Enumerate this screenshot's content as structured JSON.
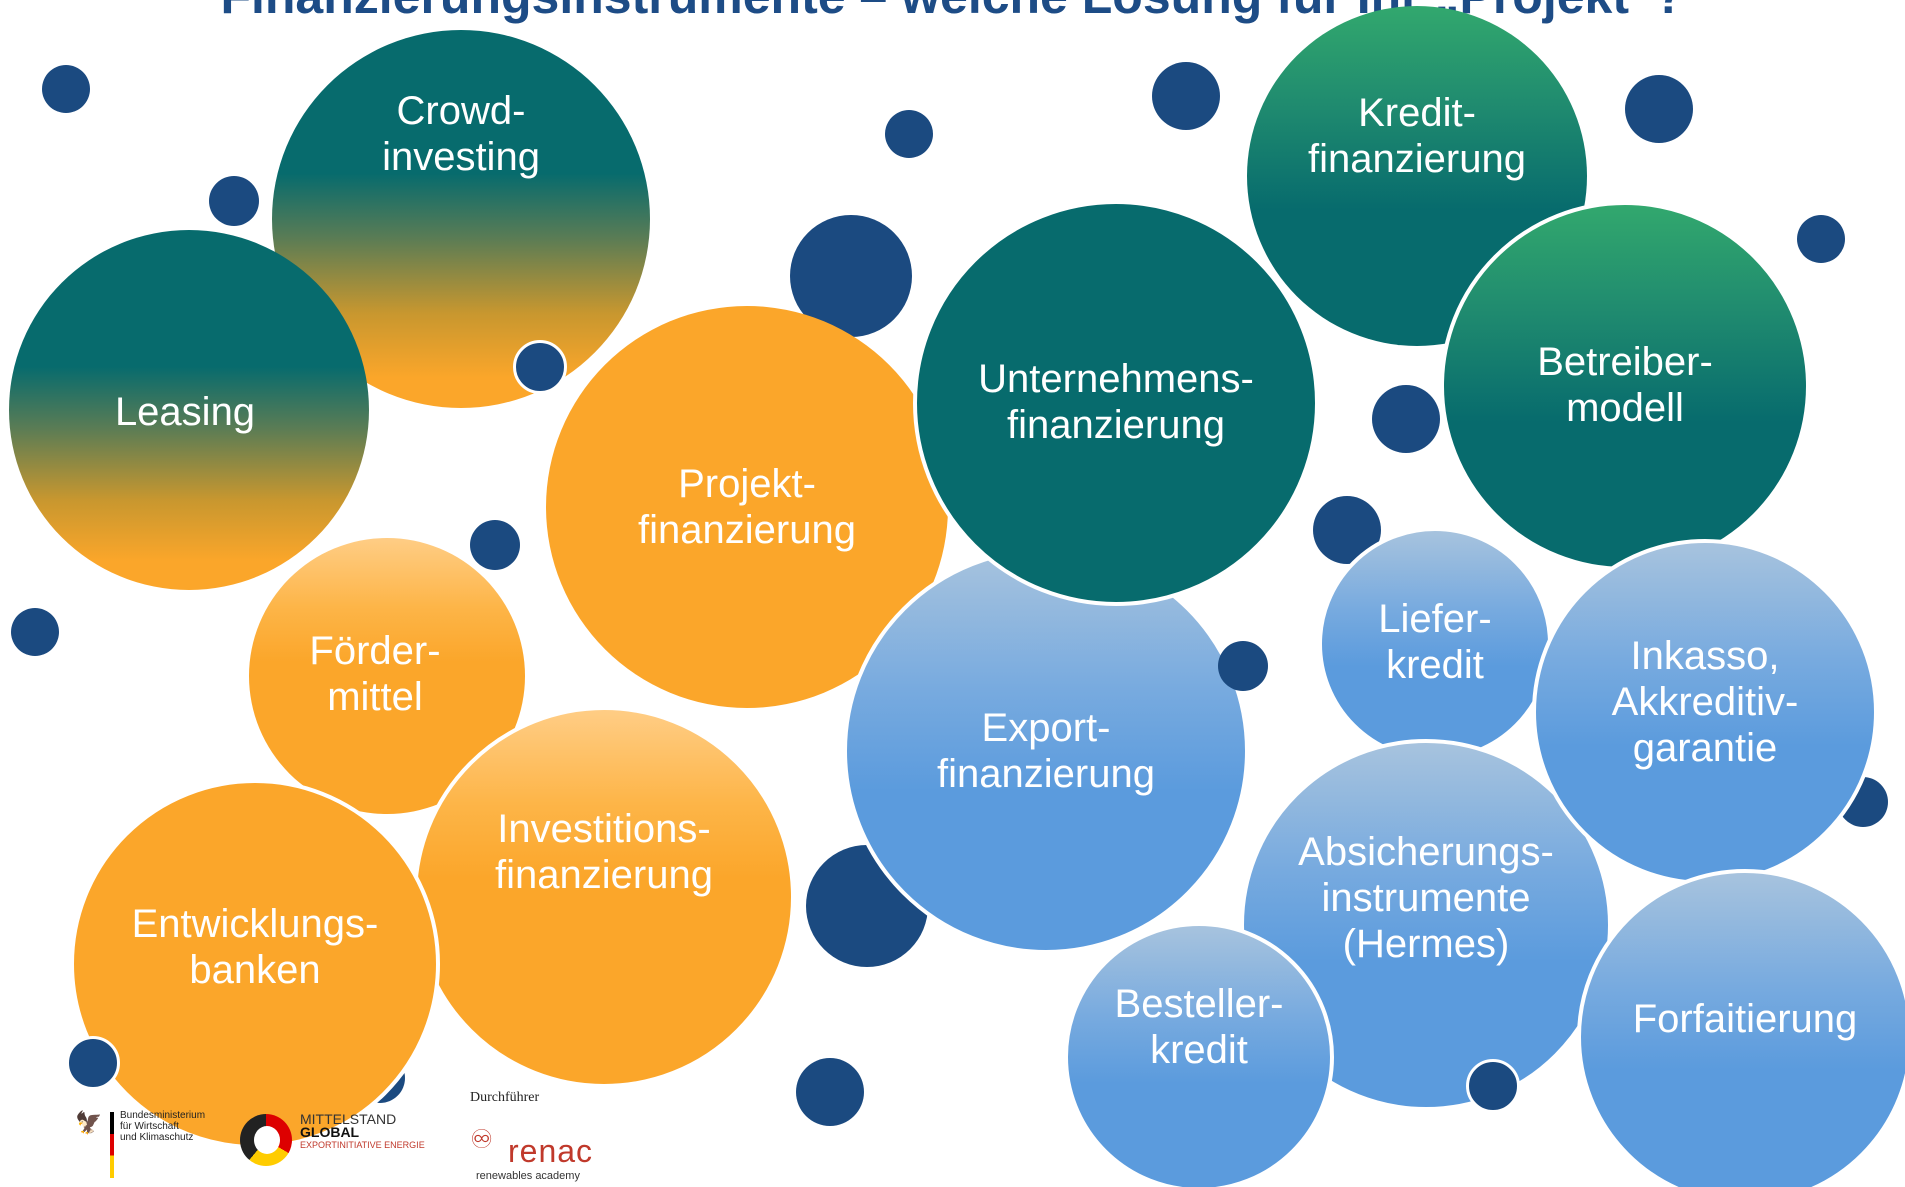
{
  "slide": {
    "title": "Finanzierungsinstrumente – welche Lösung für Ihr „Projekt“?"
  },
  "colors": {
    "dot": "#1b4a80",
    "teal": "#076b6d",
    "orange": "#fba62a",
    "blue": "#5b9bdd"
  },
  "bubbles": [
    {
      "key": "crowd",
      "label": "Crowd-\ninvesting"
    },
    {
      "key": "leasing",
      "label": "Leasing"
    },
    {
      "key": "projekt",
      "label": "Projekt-\nfinanzierung"
    },
    {
      "key": "unternehmens",
      "label": "Unternehmens-\nfinanzierung"
    },
    {
      "key": "kredit",
      "label": "Kredit-\nfinanzierung"
    },
    {
      "key": "betreiber",
      "label": "Betreiber-\nmodell"
    },
    {
      "key": "foerder",
      "label": "Förder-\nmittel"
    },
    {
      "key": "investitions",
      "label": "Investitions-\nfinanzierung"
    },
    {
      "key": "entwicklungs",
      "label": "Entwicklungs-\nbanken"
    },
    {
      "key": "export",
      "label": "Export-\nfinanzierung"
    },
    {
      "key": "liefer",
      "label": "Liefer-\nkredit"
    },
    {
      "key": "inkasso",
      "label": "Inkasso,\nAkkreditiv-\ngarantie"
    },
    {
      "key": "absicherung",
      "label": "Absicherungs-\ninstrumente\n(Hermes)"
    },
    {
      "key": "besteller",
      "label": "Besteller-\nkredit"
    },
    {
      "key": "forfait",
      "label": "Forfaitierung"
    }
  ],
  "footer": {
    "bmwk": "Bundesministerium\nfür Wirtschaft\nund Klimaschutz",
    "mg_line1": "MITTELSTAND",
    "mg_line2": "GLOBAL",
    "mg_line3": "EXPORTINITIATIVE ENERGIE",
    "durchfuehrer": "Durchführer",
    "renac_name": "renac",
    "renac_sub": "renewables academy"
  }
}
